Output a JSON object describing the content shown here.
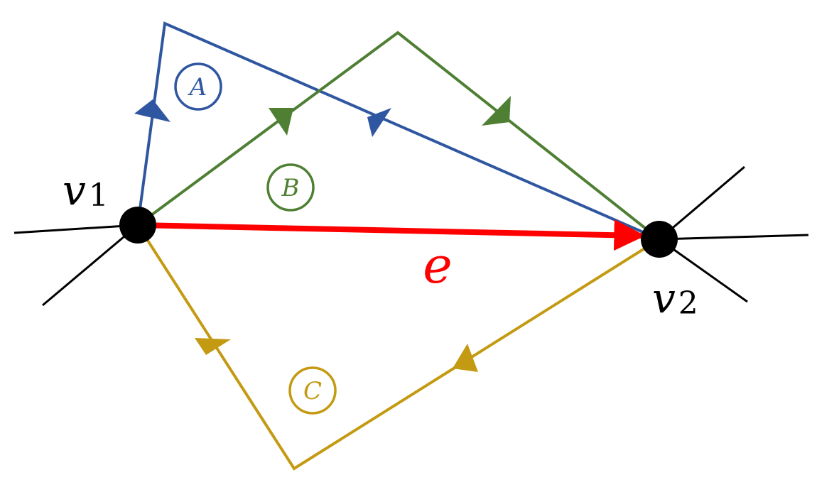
{
  "colors": {
    "cycle_a": "#2f56a0",
    "cycle_b": "#4e7f33",
    "cycle_c": "#c39a12",
    "edge_e": "#ff0000",
    "vertex": "#000000",
    "stub": "#000000"
  },
  "vertices": {
    "v1": {
      "label_base": "v",
      "label_sub": "1"
    },
    "v2": {
      "label_base": "v",
      "label_sub": "2"
    }
  },
  "edge": {
    "label": "e"
  },
  "cycles": {
    "a": {
      "label": "A"
    },
    "b": {
      "label": "B"
    },
    "c": {
      "label": "C"
    }
  }
}
